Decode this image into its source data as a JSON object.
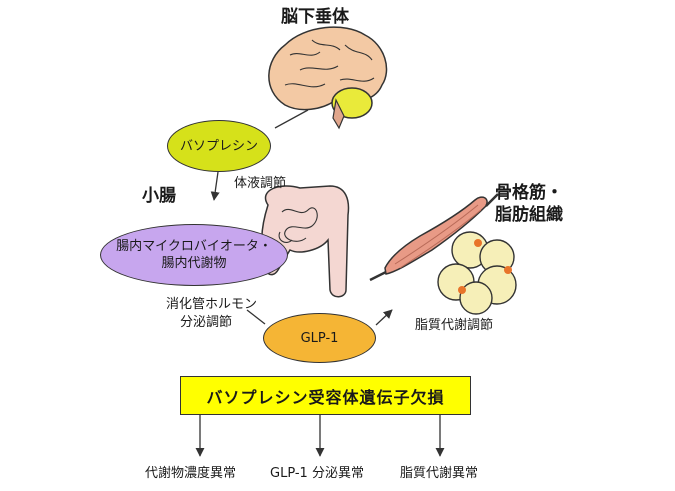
{
  "labels": {
    "pituitary": "脳下垂体",
    "small_intestine": "小腸",
    "muscle_fat": [
      "骨格筋・",
      "脂肪組織"
    ],
    "fluid_regulation": "体液調節",
    "hormone_secretion": [
      "消化管ホルモン",
      "分泌調節"
    ],
    "lipid_regulation": "脂質代謝調節"
  },
  "nodes": {
    "vasopressin": "バソプレシン",
    "microbiota": [
      "腸内マイクロバイオータ・",
      "腸内代謝物"
    ],
    "glp1": "GLP-1",
    "receptor_defect": "バソプレシン受容体遺伝子欠損"
  },
  "outcomes": [
    "代謝物濃度異常",
    "GLP-1 分泌異常",
    "脂質代謝異常"
  ],
  "colors": {
    "vasopressin": "#d6e11a",
    "microbiota": "#c7a6ee",
    "glp1": "#f5b535",
    "defect_box": "#ffff00",
    "brain": "#f3c9a4",
    "cerebellum": "#e9ea3a",
    "intestine": "#f4d7d2",
    "muscle": "#e89a86",
    "fat": "#f6efb8",
    "fat_nucleus": "#e8742a"
  }
}
